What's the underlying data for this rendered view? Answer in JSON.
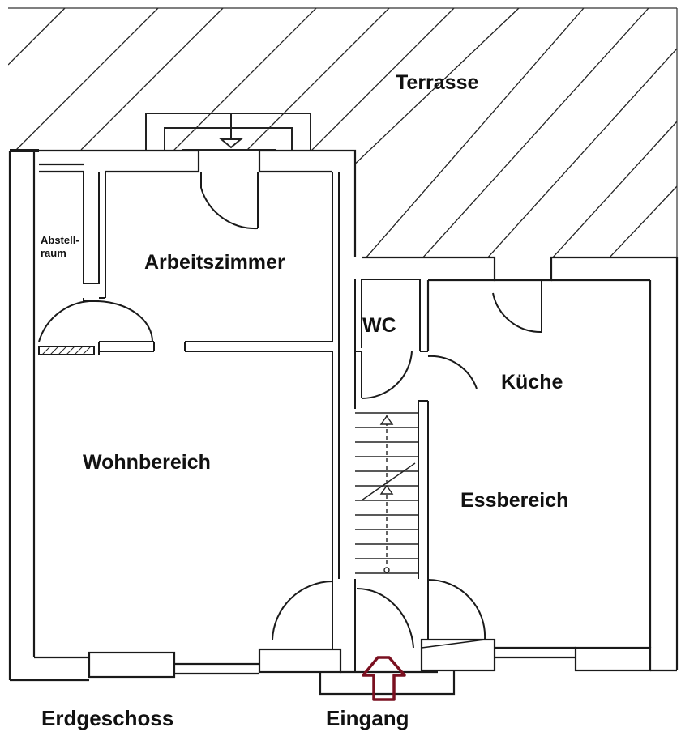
{
  "plan": {
    "labels": {
      "terrace": "Terrasse",
      "storage_line1": "Abstell-",
      "storage_line2": "raum",
      "study": "Arbeitszimmer",
      "wc": "WC",
      "kitchen": "Küche",
      "living": "Wohnbereich",
      "dining": "Essbereich",
      "floor": "Erdgeschoss",
      "entrance": "Eingang"
    },
    "colors": {
      "wall": "#1a1a1a",
      "entrance_arrow": "#7a1020",
      "hatch": "#222222"
    },
    "icons": {
      "entrance_marker": "up-arrow-icon"
    }
  }
}
